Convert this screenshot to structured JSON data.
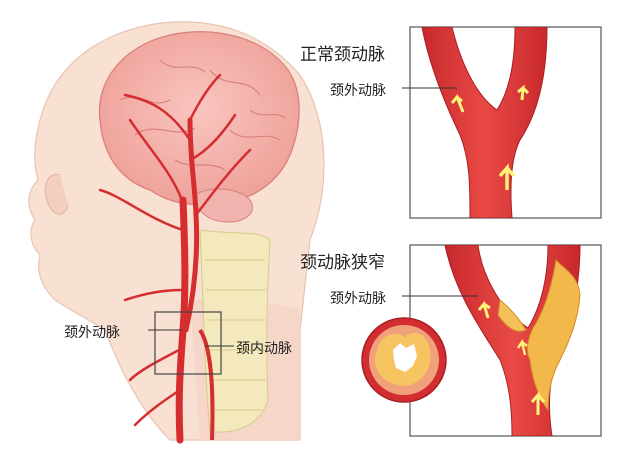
{
  "labels": {
    "normal_title": "正常颈动脉",
    "normal_ext": "颈外动脉",
    "stenosis_title": "颈动脉狭窄",
    "stenosis_ext": "颈外动脉",
    "left_ext": "颈外动脉",
    "left_int": "颈内动脉"
  },
  "colors": {
    "artery": "#e23a3a",
    "artery_dark": "#b8262a",
    "skin": "#f6d9cb",
    "brain": "#f3a9a4",
    "spine": "#f1e6b8",
    "plaque": "#f2b84a",
    "flow_arrow": "#fff27a"
  }
}
